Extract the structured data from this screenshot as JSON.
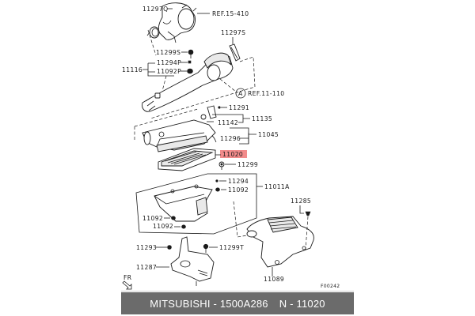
{
  "diagram": {
    "highlight_color": "#f28b8b",
    "drawing_code": "F00242",
    "front_indicator": "FR",
    "labels": {
      "p11297Q": "11297Q",
      "ref15_410": "REF.15-410",
      "p11297S": "11297S",
      "p11299S": "11299S",
      "p11294P": "11294P",
      "p11092P": "11092P",
      "p11116": "11116",
      "circleA": "A",
      "ref11_110": "REF.11-110",
      "p11291": "11291",
      "p11142": "11142",
      "p11135": "11135",
      "p11296": "11296",
      "p11045": "11045",
      "p11020": "11020",
      "p11299": "11299",
      "p11294": "11294",
      "p11092a": "11092",
      "p11011A": "11011A",
      "p11092b": "11092",
      "p11092c": "11092",
      "p11285": "11285",
      "p11293": "11293",
      "p11299T": "11299T",
      "p11287": "11287",
      "p11089": "11089"
    }
  },
  "footer": {
    "brand": "MITSUBISHI",
    "part_number": "1500A286",
    "ref_number": "N - 11020",
    "dash": "-"
  }
}
